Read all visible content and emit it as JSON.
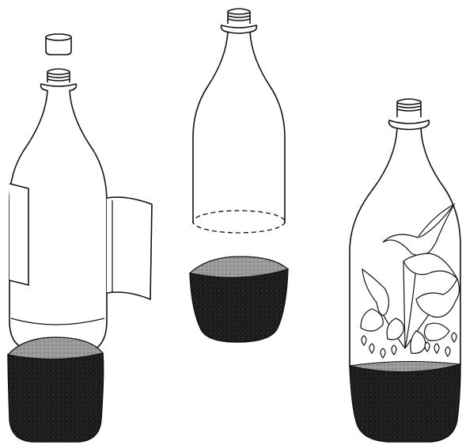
{
  "illustration": {
    "steps": [
      {
        "name": "remove-base-and-label"
      },
      {
        "name": "fill-base-with-soil"
      },
      {
        "name": "planted-terrarium"
      }
    ],
    "colors": {
      "line": "#111111",
      "soil": "#1a1a1a",
      "soil_top": "#9a9a9a",
      "background": "#ffffff"
    }
  }
}
